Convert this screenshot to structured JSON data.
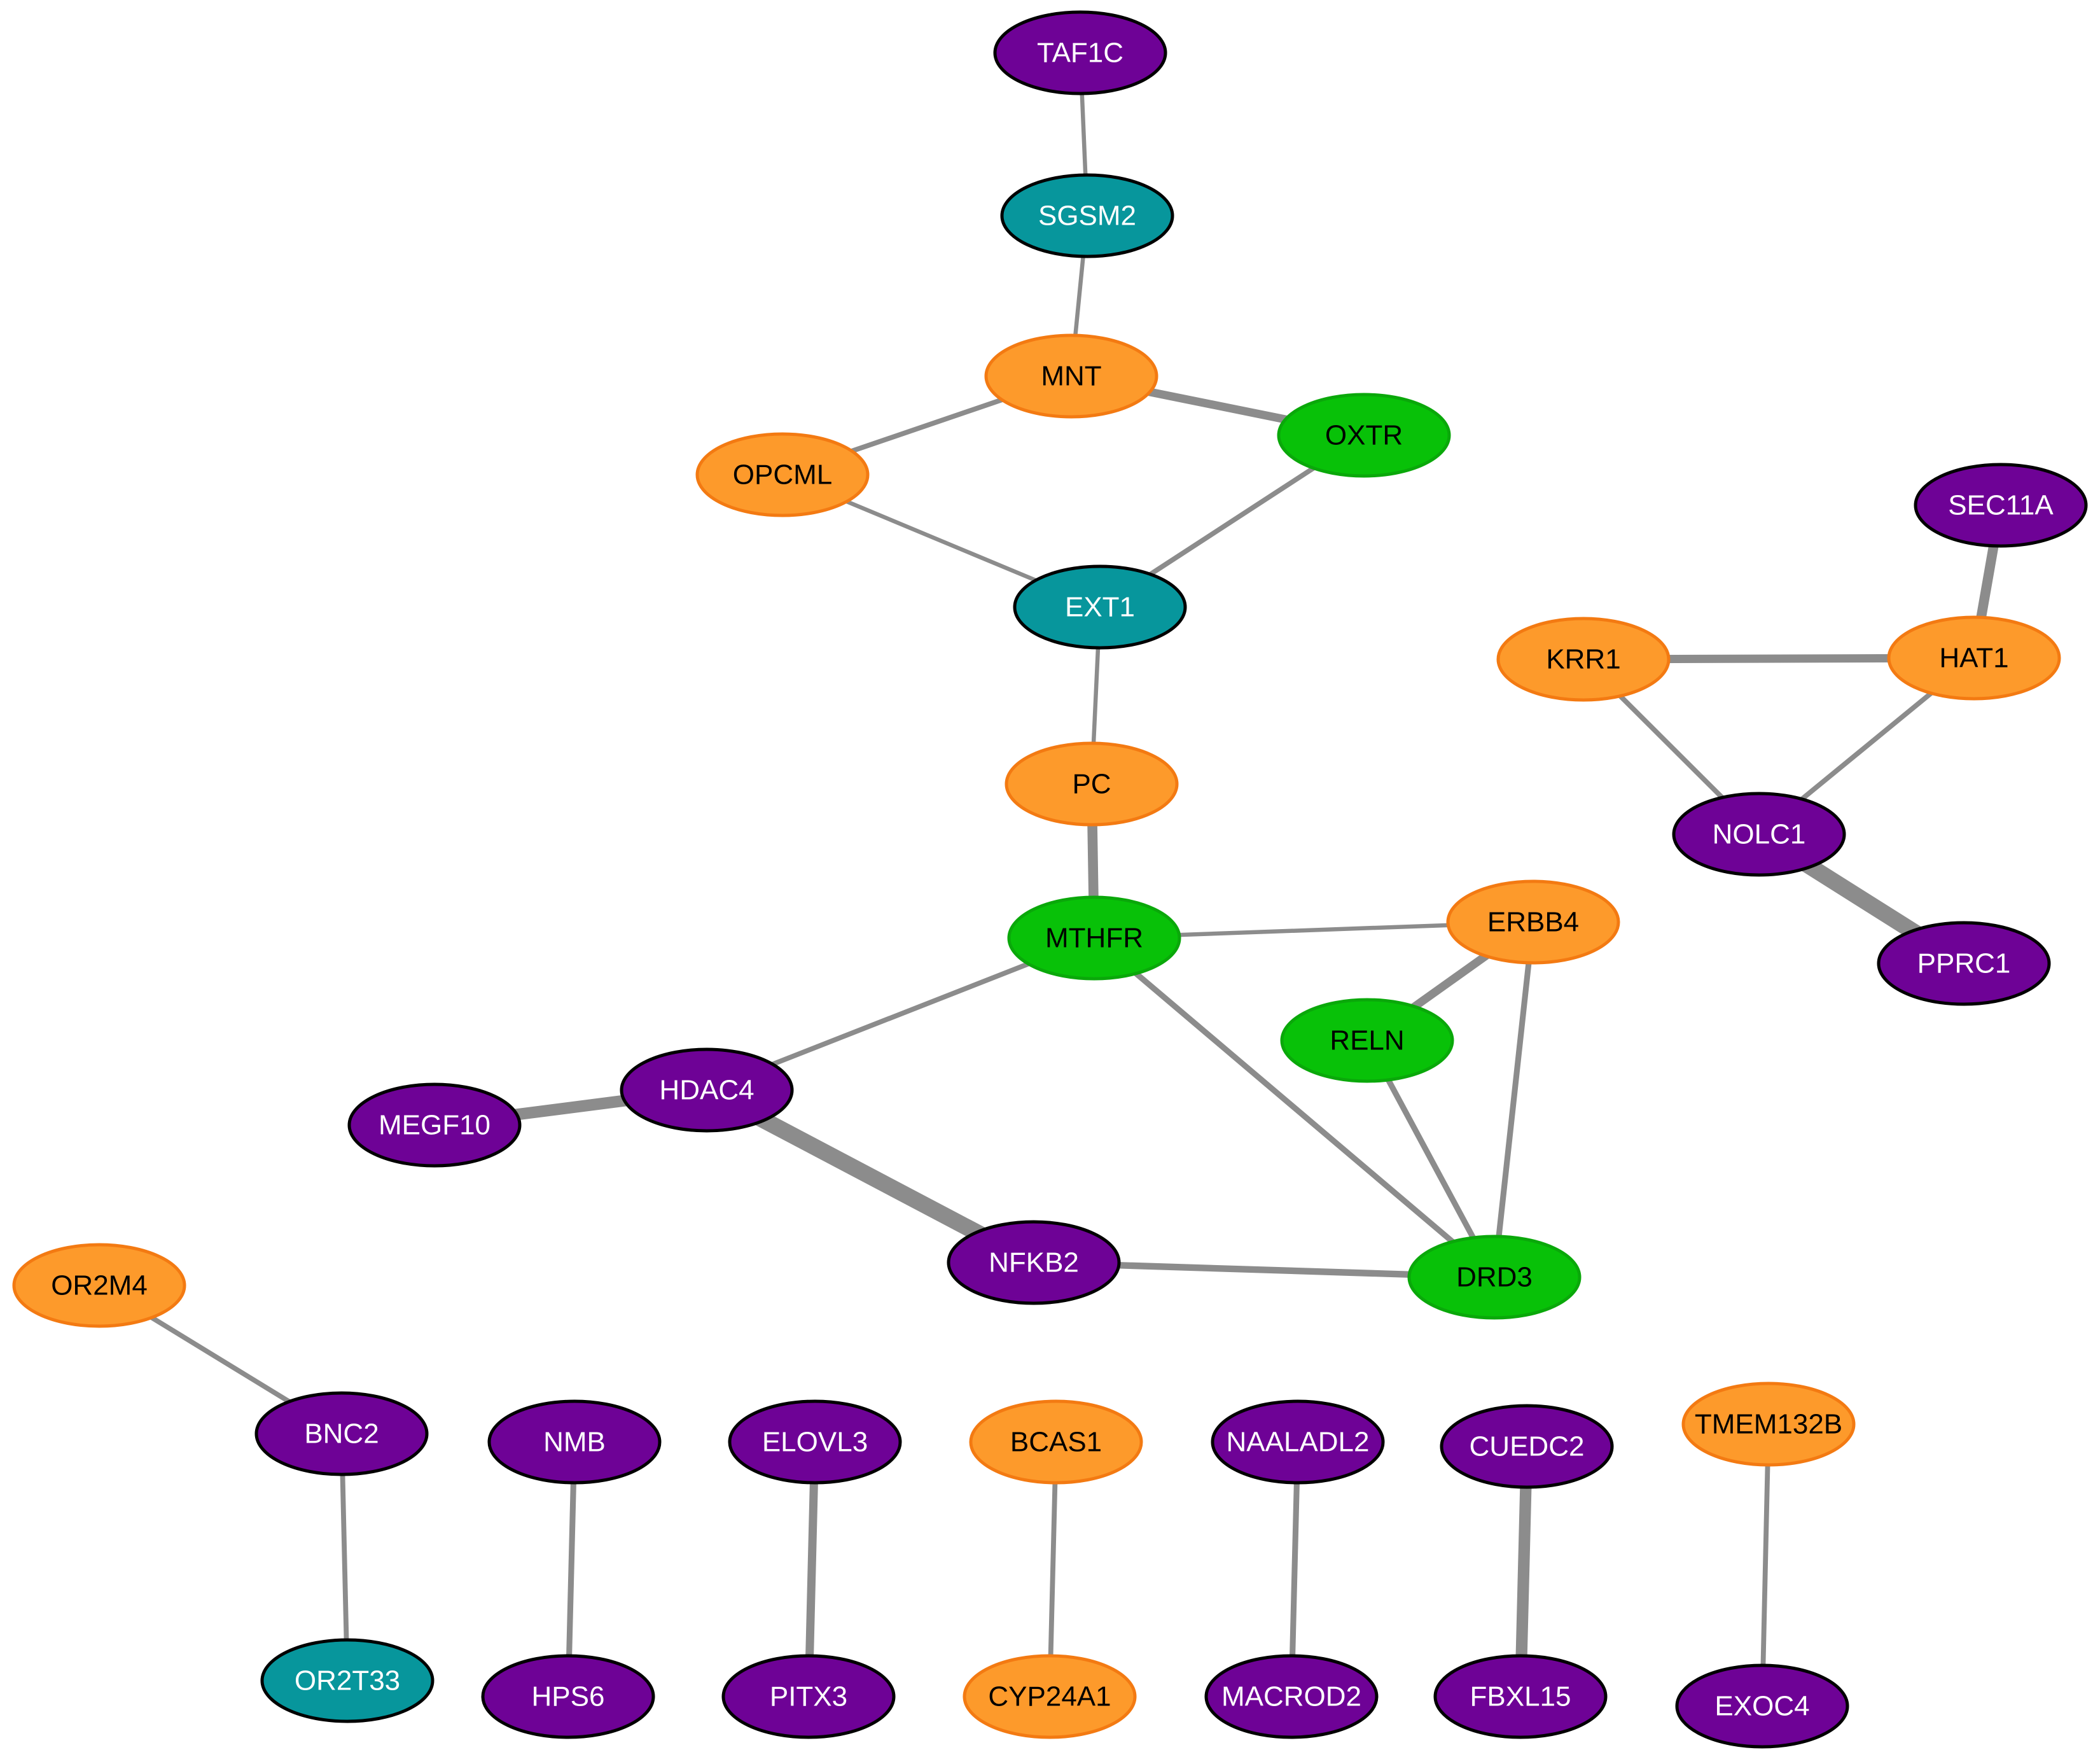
{
  "colors": {
    "background": "#ffffff",
    "edge": "#8c8c8c",
    "purple": {
      "fill": "#6e0296",
      "stroke": "#000000",
      "text": "#ffffff"
    },
    "teal": {
      "fill": "#07969c",
      "stroke": "#000000",
      "text": "#ffffff"
    },
    "orange": {
      "fill": "#fd9a2b",
      "stroke": "#f37a12",
      "text": "#000000"
    },
    "green": {
      "fill": "#08c108",
      "stroke": "#0aa80a",
      "text": "#000000"
    }
  },
  "nodes": [
    {
      "id": "TAF1C",
      "label": "TAF1C",
      "group": "purple"
    },
    {
      "id": "SGSM2",
      "label": "SGSM2",
      "group": "teal"
    },
    {
      "id": "MNT",
      "label": "MNT",
      "group": "orange"
    },
    {
      "id": "OXTR",
      "label": "OXTR",
      "group": "green"
    },
    {
      "id": "OPCML",
      "label": "OPCML",
      "group": "orange"
    },
    {
      "id": "EXT1",
      "label": "EXT1",
      "group": "teal"
    },
    {
      "id": "PC",
      "label": "PC",
      "group": "orange"
    },
    {
      "id": "MTHFR",
      "label": "MTHFR",
      "group": "green"
    },
    {
      "id": "ERBB4",
      "label": "ERBB4",
      "group": "orange"
    },
    {
      "id": "RELN",
      "label": "RELN",
      "group": "green"
    },
    {
      "id": "HDAC4",
      "label": "HDAC4",
      "group": "purple"
    },
    {
      "id": "MEGF10",
      "label": "MEGF10",
      "group": "purple"
    },
    {
      "id": "NFKB2",
      "label": "NFKB2",
      "group": "purple"
    },
    {
      "id": "DRD3",
      "label": "DRD3",
      "group": "green"
    },
    {
      "id": "SEC11A",
      "label": "SEC11A",
      "group": "purple"
    },
    {
      "id": "KRR1",
      "label": "KRR1",
      "group": "orange"
    },
    {
      "id": "HAT1",
      "label": "HAT1",
      "group": "orange"
    },
    {
      "id": "NOLC1",
      "label": "NOLC1",
      "group": "purple"
    },
    {
      "id": "PPRC1",
      "label": "PPRC1",
      "group": "purple"
    },
    {
      "id": "OR2M4",
      "label": "OR2M4",
      "group": "orange"
    },
    {
      "id": "BNC2",
      "label": "BNC2",
      "group": "purple"
    },
    {
      "id": "OR2T33",
      "label": "OR2T33",
      "group": "teal"
    },
    {
      "id": "NMB",
      "label": "NMB",
      "group": "purple"
    },
    {
      "id": "HPS6",
      "label": "HPS6",
      "group": "purple"
    },
    {
      "id": "ELOVL3",
      "label": "ELOVL3",
      "group": "purple"
    },
    {
      "id": "PITX3",
      "label": "PITX3",
      "group": "purple"
    },
    {
      "id": "BCAS1",
      "label": "BCAS1",
      "group": "orange"
    },
    {
      "id": "CYP24A1",
      "label": "CYP24A1",
      "group": "orange"
    },
    {
      "id": "NAALADL2",
      "label": "NAALADL2",
      "group": "purple"
    },
    {
      "id": "MACROD2",
      "label": "MACROD2",
      "group": "purple"
    },
    {
      "id": "CUEDC2",
      "label": "CUEDC2",
      "group": "purple"
    },
    {
      "id": "FBXL15",
      "label": "FBXL15",
      "group": "purple"
    },
    {
      "id": "TMEM132B",
      "label": "TMEM132B",
      "group": "orange"
    },
    {
      "id": "EXOC4",
      "label": "EXOC4",
      "group": "purple"
    }
  ],
  "edges": [
    {
      "source": "TAF1C",
      "target": "SGSM2",
      "weight": 1
    },
    {
      "source": "SGSM2",
      "target": "MNT",
      "weight": 1
    },
    {
      "source": "MNT",
      "target": "OXTR",
      "weight": 2
    },
    {
      "source": "MNT",
      "target": "OPCML",
      "weight": 1.2
    },
    {
      "source": "OPCML",
      "target": "EXT1",
      "weight": 1
    },
    {
      "source": "OXTR",
      "target": "EXT1",
      "weight": 1.2
    },
    {
      "source": "EXT1",
      "target": "PC",
      "weight": 1
    },
    {
      "source": "PC",
      "target": "MTHFR",
      "weight": 2.4
    },
    {
      "source": "MTHFR",
      "target": "ERBB4",
      "weight": 1
    },
    {
      "source": "MTHFR",
      "target": "HDAC4",
      "weight": 1.2
    },
    {
      "source": "MTHFR",
      "target": "DRD3",
      "weight": 1.4
    },
    {
      "source": "ERBB4",
      "target": "RELN",
      "weight": 2
    },
    {
      "source": "ERBB4",
      "target": "DRD3",
      "weight": 1.4
    },
    {
      "source": "RELN",
      "target": "DRD3",
      "weight": 1.4
    },
    {
      "source": "HDAC4",
      "target": "MEGF10",
      "weight": 2.8
    },
    {
      "source": "HDAC4",
      "target": "NFKB2",
      "weight": 4
    },
    {
      "source": "NFKB2",
      "target": "DRD3",
      "weight": 1.6
    },
    {
      "source": "SEC11A",
      "target": "HAT1",
      "weight": 2.4
    },
    {
      "source": "KRR1",
      "target": "HAT1",
      "weight": 2
    },
    {
      "source": "KRR1",
      "target": "NOLC1",
      "weight": 1.2
    },
    {
      "source": "HAT1",
      "target": "NOLC1",
      "weight": 1.2
    },
    {
      "source": "NOLC1",
      "target": "PPRC1",
      "weight": 4
    },
    {
      "source": "OR2M4",
      "target": "BNC2",
      "weight": 1.2
    },
    {
      "source": "BNC2",
      "target": "OR2T33",
      "weight": 1.2
    },
    {
      "source": "NMB",
      "target": "HPS6",
      "weight": 1.4
    },
    {
      "source": "ELOVL3",
      "target": "PITX3",
      "weight": 2
    },
    {
      "source": "BCAS1",
      "target": "CYP24A1",
      "weight": 1.2
    },
    {
      "source": "NAALADL2",
      "target": "MACROD2",
      "weight": 1.4
    },
    {
      "source": "CUEDC2",
      "target": "FBXL15",
      "weight": 2.8
    },
    {
      "source": "TMEM132B",
      "target": "EXOC4",
      "weight": 1.2
    }
  ]
}
